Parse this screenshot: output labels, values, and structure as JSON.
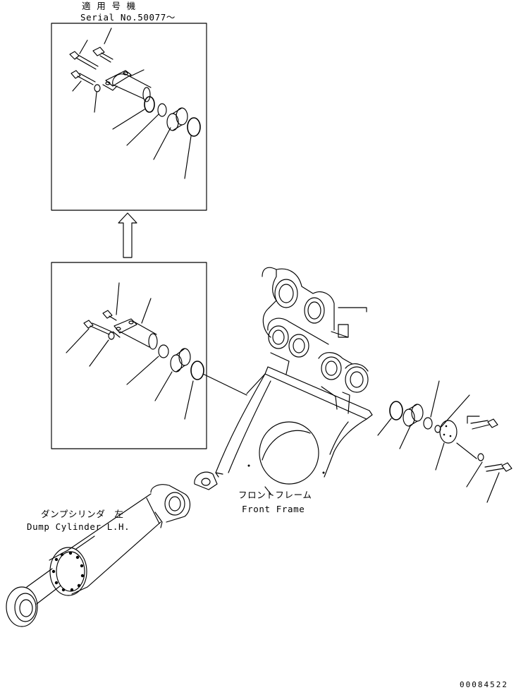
{
  "header": {
    "applicable_jp": "適 用 号 機",
    "serial": "Serial No.50077～"
  },
  "labels": {
    "front_frame_jp": "フロントフレーム",
    "front_frame_en": "Front Frame",
    "dump_cylinder_jp": "ダンプシリンダ　左",
    "dump_cylinder_en": "Dump Cylinder L.H."
  },
  "footer": {
    "drawing_number": "00084522"
  }
}
